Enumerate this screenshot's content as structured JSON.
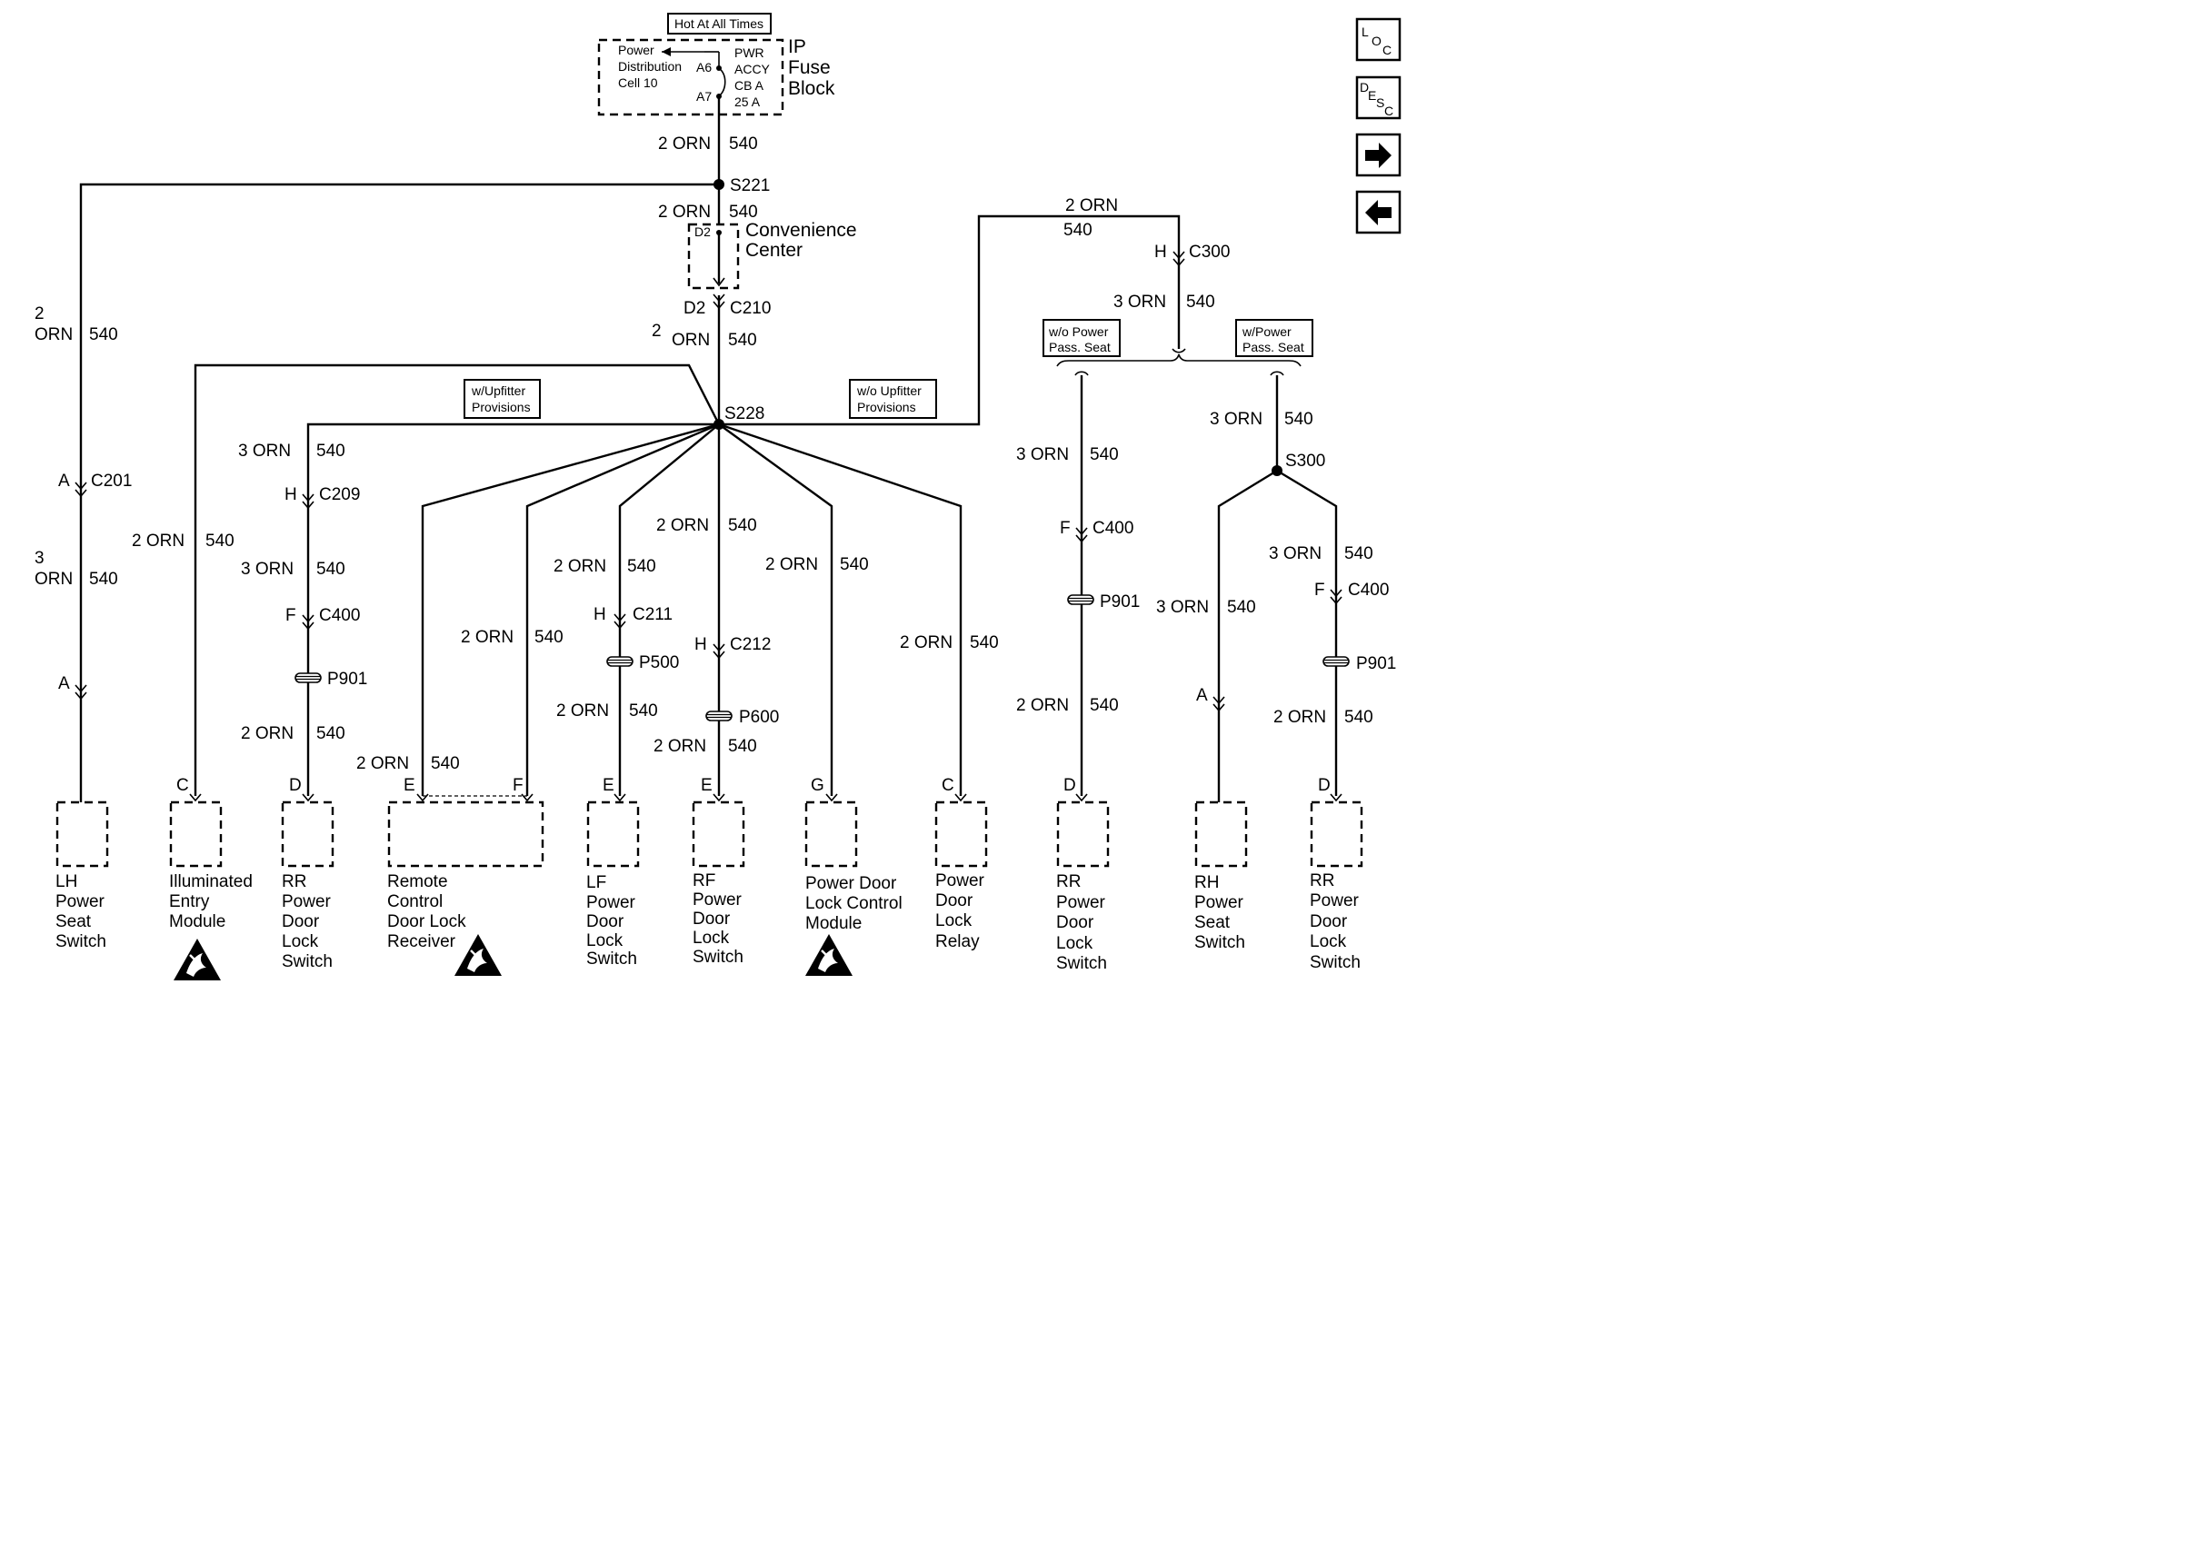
{
  "header": {
    "hot_at_all_times": "Hot At All Times",
    "fuse_block": [
      "IP",
      "Fuse",
      "Block"
    ],
    "power_distribution": [
      "Power",
      "Distribution",
      "Cell 10"
    ],
    "fuse": [
      "PWR",
      "ACCY",
      "CB A",
      "25 A"
    ],
    "pin_a6": "A6",
    "pin_a7": "A7"
  },
  "splices": {
    "s221": "S221",
    "s228": "S228",
    "s300": "S300"
  },
  "convenience_center": {
    "label": [
      "Convenience",
      "Center"
    ],
    "pin": "D2"
  },
  "connectors": {
    "c210": "C210",
    "c210_pin": "D2",
    "c300": "C300",
    "c300_pin": "H",
    "c201": "C201",
    "c201_pin": "A",
    "c209": "C209",
    "c209_pin": "H",
    "c400_left": "C400",
    "c400_left_pin": "F",
    "c211": "C211",
    "c211_pin": "H",
    "c212": "C212",
    "c212_pin": "H",
    "c400_mid": "C400",
    "c400_mid_pin": "F",
    "c400_right": "C400",
    "c400_right_pin": "F",
    "p500": "P500",
    "p600": "P600",
    "p901_left": "P901",
    "p901_mid": "P901",
    "p901_right": "P901"
  },
  "options": {
    "upfitter": [
      "w/Upfitter",
      "Provisions"
    ],
    "no_upfitter": [
      "w/o Upfitter",
      "Provisions"
    ],
    "no_power_seat": [
      "w/o Power",
      "Pass. Seat"
    ],
    "power_seat": [
      "w/Power",
      "Pass. Seat"
    ]
  },
  "wires": {
    "w_top_gauge": "2 ORN",
    "w_top_circuit": "540",
    "w_s221_gauge": "2 ORN",
    "w_s221_circuit": "540",
    "w_c210_gauge": "ORN",
    "w_c210_size": "2",
    "w_c210_circuit": "540",
    "w_c300_top_gauge": "2 ORN",
    "w_c300_top_circuit": "540",
    "w_c300_bot_gauge": "3 ORN",
    "w_c300_bot_circuit": "540",
    "w_lh_top_size": "2",
    "w_lh_top_gauge": "ORN",
    "w_lh_top_circuit": "540",
    "w_lh_bot_size": "3",
    "w_lh_bot_gauge": "ORN",
    "w_lh_bot_circuit": "540",
    "w_ill_gauge": "2 ORN",
    "w_ill_circuit": "540",
    "w_rr1_a_gauge": "3 ORN",
    "w_rr1_a_circuit": "540",
    "w_rr1_b_gauge": "3 ORN",
    "w_rr1_b_circuit": "540",
    "w_rr1_c_gauge": "2 ORN",
    "w_rr1_c_circuit": "540",
    "w_rcdl_gauge": "2 ORN",
    "w_rcdl_circuit": "540",
    "w_rcdl2_gauge": "2 ORN",
    "w_rcdl2_circuit": "540",
    "w_lf_a_gauge": "2 ORN",
    "w_lf_a_circuit": "540",
    "w_lf_b_gauge": "2 ORN",
    "w_lf_b_circuit": "540",
    "w_rf_a_gauge": "2 ORN",
    "w_rf_a_circuit": "540",
    "w_rf_b_gauge": "2 ORN",
    "w_rf_b_circuit": "540",
    "w_pdlcm_gauge": "2 ORN",
    "w_pdlcm_circuit": "540",
    "w_relay_gauge": "2 ORN",
    "w_relay_circuit": "540",
    "w_rr2_a_gauge": "3 ORN",
    "w_rr2_a_circuit": "540",
    "w_rr2_b_gauge": "2 ORN",
    "w_rr2_b_circuit": "540",
    "w_s300_gauge": "3 ORN",
    "w_s300_circuit": "540",
    "w_rh_gauge": "3 ORN",
    "w_rh_circuit": "540",
    "w_rr3_a_gauge": "3 ORN",
    "w_rr3_a_circuit": "540",
    "w_rr3_b_gauge": "2 ORN",
    "w_rr3_b_circuit": "540"
  },
  "components": {
    "lh_seat": {
      "lines": [
        "LH",
        "Power",
        "Seat",
        "Switch"
      ]
    },
    "illum_entry": {
      "lines": [
        "Illuminated",
        "Entry",
        "Module"
      ],
      "pin": "C"
    },
    "rr_lock_1": {
      "lines": [
        "RR",
        "Power",
        "Door",
        "Lock",
        "Switch"
      ],
      "pin": "D"
    },
    "rcdl": {
      "lines": [
        "Remote",
        "Control",
        "Door Lock",
        "Receiver"
      ],
      "pin_e": "E",
      "pin_f": "F"
    },
    "lf_lock": {
      "lines": [
        "LF",
        "Power",
        "Door",
        "Lock",
        "Switch"
      ],
      "pin": "E"
    },
    "rf_lock": {
      "lines": [
        "RF",
        "Power",
        "Door",
        "Lock",
        "Switch"
      ],
      "pin": "E"
    },
    "pdlcm": {
      "lines": [
        "Power  Door",
        "Lock Control",
        "Module"
      ],
      "pin": "G"
    },
    "pdl_relay": {
      "lines": [
        "Power",
        "Door",
        "Lock",
        "Relay"
      ],
      "pin": "C"
    },
    "rr_lock_2": {
      "lines": [
        "RR",
        "Power",
        "Door",
        "Lock",
        "Switch"
      ],
      "pin": "D"
    },
    "rh_seat": {
      "lines": [
        "RH",
        "Power",
        "Seat",
        "Switch"
      ],
      "pin": "A"
    },
    "rr_lock_3": {
      "lines": [
        "RR",
        "Power",
        "Door",
        "Lock",
        "Switch"
      ],
      "pin": "D"
    }
  },
  "lh_seat_pin_top": "A",
  "lh_seat_pin_bottom": "A",
  "nav": {
    "loc_letters": [
      "L",
      "O",
      "C"
    ],
    "desc_letters": [
      "D",
      "E",
      "S",
      "C"
    ],
    "forward_icon": "arrow-right-icon",
    "back_icon": "arrow-left-icon"
  }
}
